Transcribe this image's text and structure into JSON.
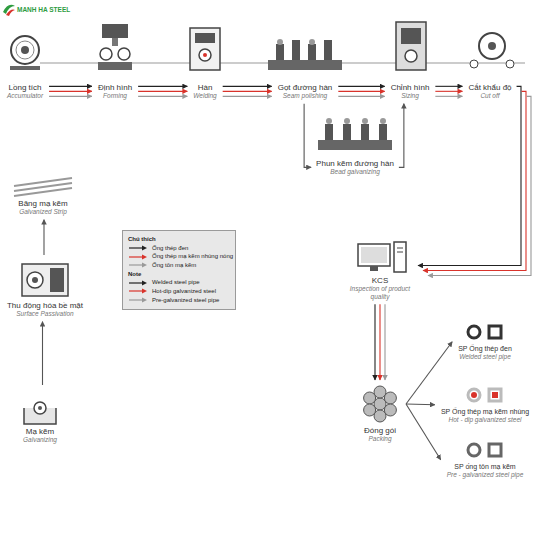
{
  "diagram": {
    "nodes": [
      {
        "text": [
          "Lồng tích",
          "Accumulator"
        ]
      },
      {
        "text": [
          "Định hình",
          "Forming"
        ]
      },
      {
        "text": [
          "Hàn",
          "Welding"
        ]
      },
      {
        "text": [
          "Gọt đường hàn",
          "Seam polishing"
        ]
      },
      {
        "text": [
          "Chỉnh hình",
          "Sizing"
        ]
      },
      {
        "text": [
          "Cắt khẩu độ",
          "Cut off"
        ]
      },
      {
        "text": [
          "Phun kẽm đường hàn",
          "Bead galvanizing"
        ]
      },
      {
        "text": [
          "Băng mạ kẽm",
          "Galvanized Strip"
        ]
      },
      {
        "text": [
          "Thu động hóa bề mặt",
          "Surface Passivation"
        ]
      },
      {
        "text": [
          "Mạ kẽm",
          "Galvanizing"
        ]
      },
      {
        "text": [
          "KCS",
          "Inspection of product quality"
        ]
      },
      {
        "text": [
          "Đóng gói",
          "Packing"
        ]
      },
      {
        "text": [
          "SP Ống thép đen",
          "Welded steel pipe"
        ]
      },
      {
        "text": [
          "SP Ống thép mạ kẽm nhúng",
          "Hot - dip galvanized steel"
        ]
      },
      {
        "text": [
          "SP ống tôn mạ kẽm",
          "Pre - galvanized steel pipe"
        ]
      }
    ],
    "edges": [
      {
        "from": 0,
        "to": 1,
        "arrow": "to"
      },
      {
        "from": 1,
        "to": 2,
        "arrow": "to"
      },
      {
        "from": 2,
        "to": 3,
        "arrow": "to"
      },
      {
        "from": 3,
        "to": 4,
        "arrow": "to"
      },
      {
        "from": 4,
        "to": 5,
        "arrow": "to"
      },
      {
        "from": 3,
        "to": 6,
        "arrow": "to"
      },
      {
        "from": 6,
        "to": 4,
        "arrow": "to"
      },
      {
        "from": 9,
        "to": 8,
        "arrow": "to"
      },
      {
        "from": 8,
        "to": 7,
        "arrow": "to"
      },
      {
        "from": 5,
        "to": 10,
        "arrow": "to"
      },
      {
        "from": 10,
        "to": 11,
        "arrow": "to"
      },
      {
        "from": 11,
        "to": 12,
        "arrow": "to"
      },
      {
        "from": 11,
        "to": 13,
        "arrow": "to"
      },
      {
        "from": 11,
        "to": 14,
        "arrow": "to"
      }
    ],
    "labels": [
      "MANH HA STEEL",
      "Chú thích",
      "Note"
    ],
    "legend": [
      {
        "text": "Ống thép đen"
      },
      {
        "text": "Ống thép mạ kẽm nhúng nóng"
      },
      {
        "text": "Ống tôn mạ kẽm"
      },
      {
        "text": "Welded steel pipe"
      },
      {
        "text": "Hot-dip galvanized steel"
      },
      {
        "text": "Pre-galvanized steel pipe"
      }
    ]
  }
}
